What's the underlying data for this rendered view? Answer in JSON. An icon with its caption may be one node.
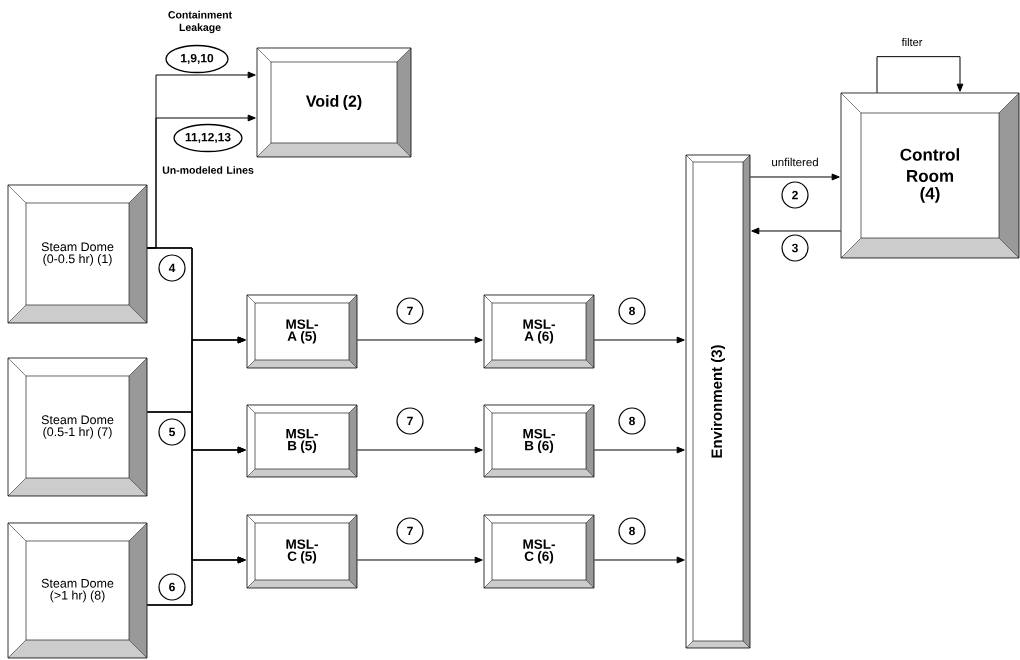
{
  "diagram": {
    "nodes": [
      {
        "text": [
          "Steam Dome (0-0.5 hr) (1)"
        ]
      },
      {
        "text": [
          "Steam Dome (0.5-1 hr) (7)"
        ]
      },
      {
        "text": [
          "Steam Dome (>1 hr) (8)"
        ]
      },
      {
        "text": [
          "Void (2)"
        ]
      },
      {
        "text": [
          "MSL-A (5)"
        ]
      },
      {
        "text": [
          "MSL-B (5)"
        ]
      },
      {
        "text": [
          "MSL-C (5)"
        ]
      },
      {
        "text": [
          "MSL-A (6)"
        ]
      },
      {
        "text": [
          "MSL-B (6)"
        ]
      },
      {
        "text": [
          "MSL-C (6)"
        ]
      },
      {
        "text": [
          "Environment (3)"
        ]
      },
      {
        "text": [
          "Control Room",
          "(4)"
        ]
      }
    ],
    "edges": [
      {
        "from": 0,
        "to": 3,
        "arrow": "to",
        "label": "1,9,10"
      },
      {
        "from": 0,
        "to": 3,
        "arrow": "to",
        "label": "11,12,13"
      },
      {
        "from": 0,
        "to": 4,
        "arrow": "to",
        "label": "4"
      },
      {
        "from": 0,
        "to": 5,
        "arrow": "to"
      },
      {
        "from": 0,
        "to": 6,
        "arrow": "to"
      },
      {
        "from": 1,
        "to": 4,
        "arrow": "to",
        "label": "5"
      },
      {
        "from": 1,
        "to": 5,
        "arrow": "to"
      },
      {
        "from": 1,
        "to": 6,
        "arrow": "to"
      },
      {
        "from": 2,
        "to": 4,
        "arrow": "to",
        "label": "6"
      },
      {
        "from": 2,
        "to": 5,
        "arrow": "to"
      },
      {
        "from": 2,
        "to": 6,
        "arrow": "to"
      },
      {
        "from": 4,
        "to": 7,
        "arrow": "to",
        "label": "7"
      },
      {
        "from": 5,
        "to": 8,
        "arrow": "to",
        "label": "7"
      },
      {
        "from": 6,
        "to": 9,
        "arrow": "to",
        "label": "7"
      },
      {
        "from": 7,
        "to": 10,
        "arrow": "to",
        "label": "8"
      },
      {
        "from": 8,
        "to": 10,
        "arrow": "to",
        "label": "8"
      },
      {
        "from": 9,
        "to": 10,
        "arrow": "to",
        "label": "8"
      },
      {
        "from": 10,
        "to": 11,
        "arrow": "to",
        "label": "2"
      },
      {
        "from": 11,
        "to": 10,
        "arrow": "to",
        "label": "3"
      },
      {
        "from": 11,
        "to": 11,
        "arrow": "to",
        "label": "filter"
      }
    ],
    "labels": [
      "Containment Leakage",
      "Un-modeled Lines",
      "unfiltered"
    ]
  }
}
